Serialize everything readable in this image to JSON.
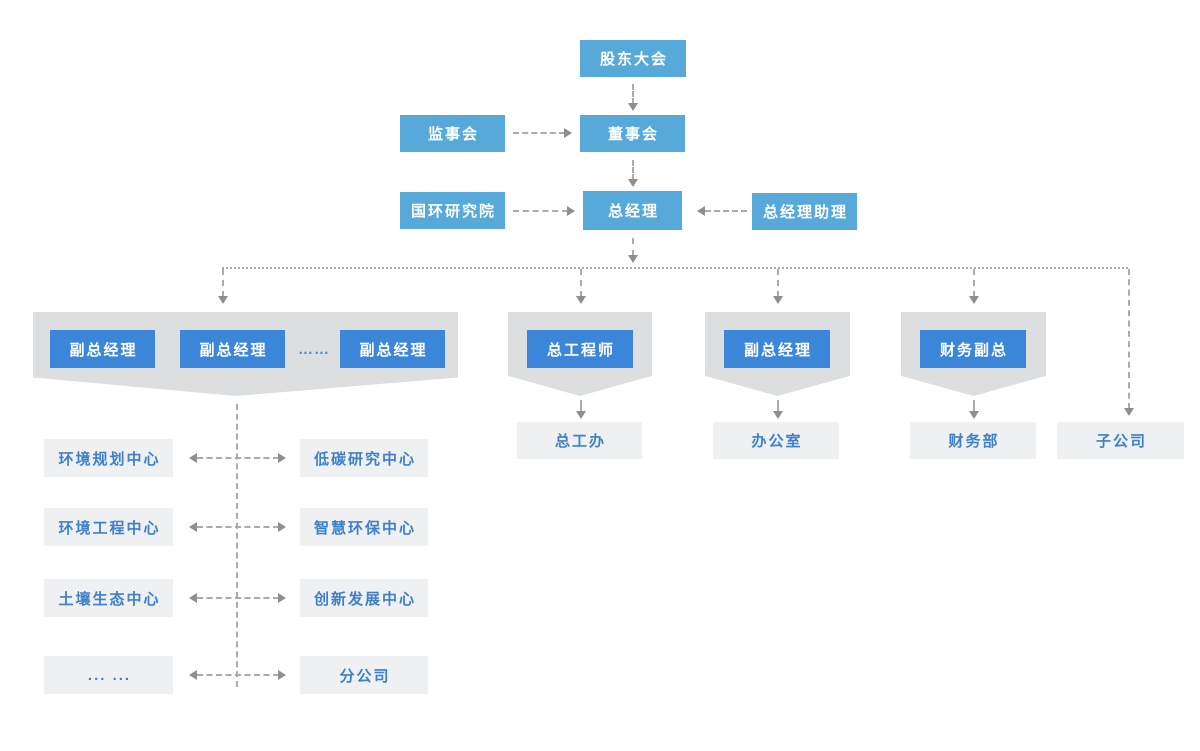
{
  "colors": {
    "box_blue_light": "#56a9d9",
    "box_blue_strong": "#3b86d8",
    "banner_gray": "#dcdedf",
    "box_gray": "#eef0f1",
    "text_blue": "#3f80ca",
    "line_gray": "#ababab",
    "arrow_gray": "#8f8f8f"
  },
  "top": {
    "shareholders": "股东大会",
    "supervisors": "监事会",
    "board": "董事会",
    "research_institute": "国环研究院",
    "general_manager": "总经理",
    "gm_assistant": "总经理助理"
  },
  "middle": {
    "deputy_gm_a": "副总经理",
    "deputy_gm_b": "副总经理",
    "ellipsis": "……",
    "deputy_gm_c": "副总经理",
    "chief_engineer": "总工程师",
    "deputy_gm_d": "副总经理",
    "finance_deputy": "财务副总"
  },
  "bottom": {
    "chief_engineer_office": "总工办",
    "admin_office": "办公室",
    "finance_dept": "财务部",
    "subsidiary": "子公司",
    "dept_rows": [
      {
        "left": "环境规划中心",
        "right": "低碳研究中心"
      },
      {
        "left": "环境工程中心",
        "right": "智慧环保中心"
      },
      {
        "left": "土壤生态中心",
        "right": "创新发展中心"
      },
      {
        "left": "... ...",
        "right": "分公司"
      }
    ]
  }
}
